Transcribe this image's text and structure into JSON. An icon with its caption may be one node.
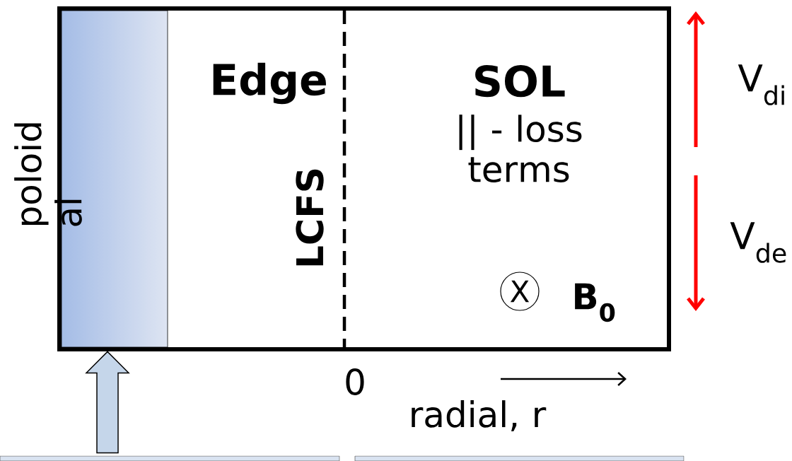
{
  "diagram": {
    "nodes": [
      {
        "text": [],
        "shape": "box"
      },
      {
        "text": [],
        "shape": "bar",
        "in": 0
      },
      {
        "text": [
          "Edge"
        ],
        "in": 0
      },
      {
        "text": [
          "SOL",
          "|| - loss terms"
        ],
        "in": 0
      },
      {
        "text": [],
        "shape": "box"
      },
      {
        "text": [],
        "shape": "box"
      }
    ],
    "edges": [
      {
        "from": 4,
        "to": 1,
        "arrow": "to"
      }
    ],
    "labels": [
      "poloid al",
      "LCFS",
      "0",
      "radial, r",
      "V$_{di}$",
      "V$_{de}$",
      "X",
      "B$_{0}$"
    ]
  }
}
